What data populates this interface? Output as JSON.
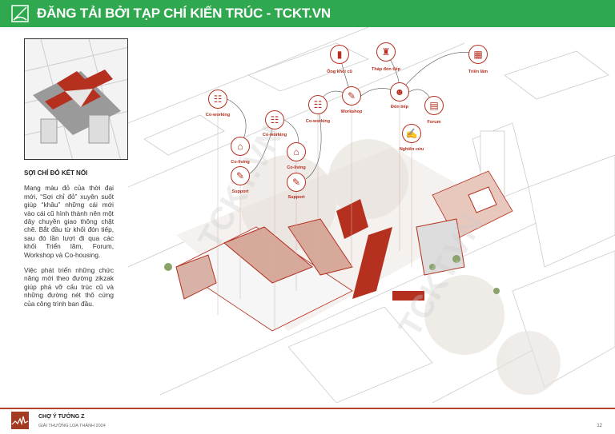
{
  "header": {
    "title": "ĐĂNG TẢI BỞI TẠP CHÍ KIẾN TRÚC - TCKT.VN"
  },
  "watermark": "TCKT.VN",
  "sidebar": {
    "heading": "SỢI CHỈ ĐỎ KẾT NỐI",
    "p1": "Mang màu đỏ của thời đại mới, “Sợi chỉ đỏ” xuyên suốt giúp “khâu” những cái mới vào cái cũ hình thành nên một dây chuyền giao thông chặt chẽ. Bắt đầu từ khối đón tiếp, sau đó lần lượt đi qua các khối Triển lãm, Forum, Workshop và Co-housing.",
    "p2": "Việc phát triển những chức năng mới theo đường zikzak giúp phá vỡ cấu trúc cũ và những đường nét thô cứng của công trình ban đầu."
  },
  "nodes": [
    {
      "label": "Ống khói cũ",
      "icon": "chimney-icon",
      "glyph": "▮"
    },
    {
      "label": "Tháp đón tiếp",
      "icon": "tower-icon",
      "glyph": "♜"
    },
    {
      "label": "Triển lãm",
      "icon": "exhibition-icon",
      "glyph": "▦"
    },
    {
      "label": "Workshop",
      "icon": "workshop-icon",
      "glyph": "✎"
    },
    {
      "label": "Đón tiếp",
      "icon": "reception-icon",
      "glyph": "☻"
    },
    {
      "label": "Forum",
      "icon": "forum-icon",
      "glyph": "▤"
    },
    {
      "label": "Co-working",
      "icon": "coworking-icon",
      "glyph": "☷"
    },
    {
      "label": "Co-working",
      "icon": "coworking-icon",
      "glyph": "☷"
    },
    {
      "label": "Co-working",
      "icon": "coworking-icon",
      "glyph": "☷"
    },
    {
      "label": "Nghiên cứu",
      "icon": "research-icon",
      "glyph": "✍"
    },
    {
      "label": "Co-living",
      "icon": "home-icon",
      "glyph": "⌂"
    },
    {
      "label": "Co-living",
      "icon": "home-icon",
      "glyph": "⌂"
    },
    {
      "label": "Support",
      "icon": "support-icon",
      "glyph": "✎"
    },
    {
      "label": "Support",
      "icon": "support-icon",
      "glyph": "✎"
    }
  ],
  "footer": {
    "title": "CHỢ Ý TƯỞNG Z",
    "subtitle": "GIẢI THƯỞNG LOA THÀNH 2024",
    "page": "12"
  },
  "colors": {
    "accent": "#b5301f",
    "header": "#2fa84f"
  }
}
